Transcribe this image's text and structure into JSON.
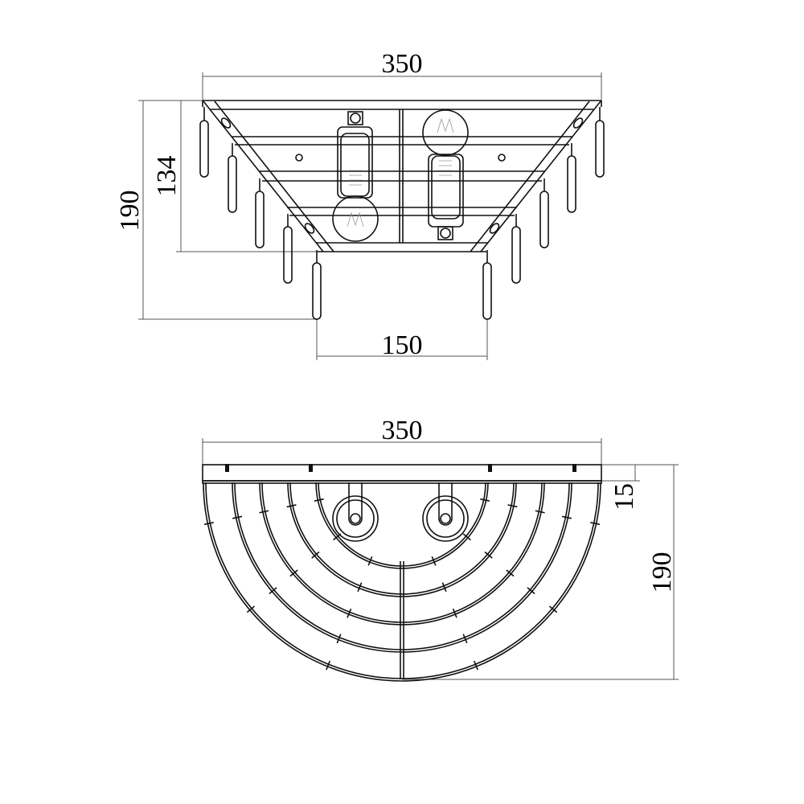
{
  "front_view": {
    "width_label": "350",
    "total_height_label": "190",
    "frame_height_label": "134",
    "bottom_width_label": "150"
  },
  "top_view": {
    "width_label": "350",
    "plate_thickness_label": "15",
    "depth_label": "190"
  }
}
